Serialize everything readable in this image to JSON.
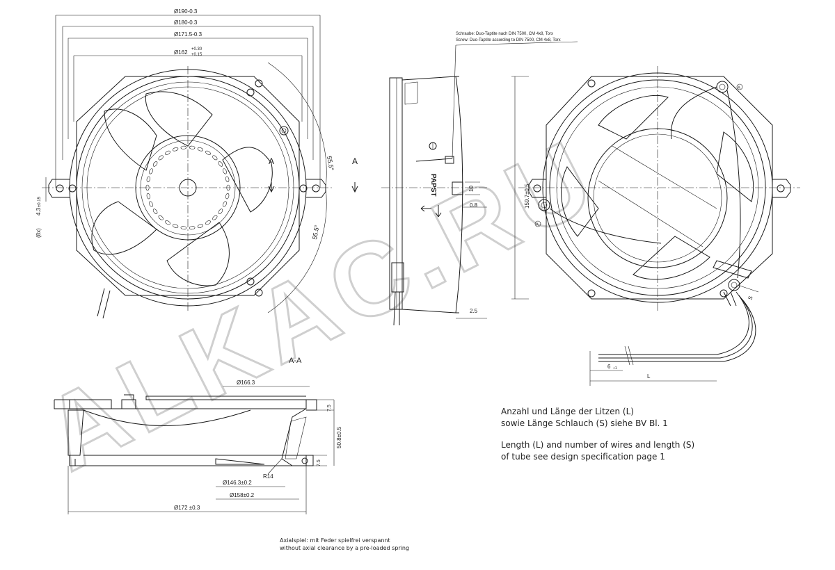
{
  "dimensions": {
    "d190": "Ø190-0.3",
    "d180": "Ø180-0.3",
    "d1715": "Ø171.5-0.3",
    "d162": "Ø162",
    "d162_tol_upper": "+0.30",
    "d162_tol_lower": "+0.15",
    "angle_top": "55.5°",
    "angle_bottom": "55.5°",
    "hole_label": "(8x)",
    "hole_dia": "4.3",
    "hole_tol": "±0.15",
    "height_1597": "159.7±0.5",
    "width_10": "10",
    "width_08": "0.8",
    "width_25": "2.5",
    "length_6": "6",
    "length_6_tol": "+1",
    "length_L": "L",
    "length_S": "S",
    "d1663": "Ø166.3",
    "h_75_top": "7.5",
    "h_508": "50.8±0.5",
    "h_75_bottom": "7.5",
    "radius": "R14",
    "d1463": "Ø146.3±0.2",
    "d158": "Ø158±0.2",
    "d172": "Ø172 ±0.3"
  },
  "labels": {
    "section_a_left": "A",
    "section_a_right": "A",
    "section_title": "A-A",
    "circle_a1": "A",
    "circle_a2": "A",
    "brand": "PAPST"
  },
  "screw_note": {
    "line1": "Schraube: Duo-Taptite nach DIN 7500, CM 4x8, Torx",
    "line2": "Screw: Duo-Taptite according to DIN 7500, CM 4x8, Torx"
  },
  "notes": {
    "de_line1": "Anzahl und Länge der Litzen (L)",
    "de_line2": "sowie Länge Schlauch (S) siehe BV Bl. 1",
    "en_line1": "Length (L) and number of wires and length (S)",
    "en_line2": "of tube see design specification page 1"
  },
  "axial_note": {
    "line1": "Axialspiel: mit Feder spielfrei verspannt",
    "line2": "without axial clearance by a pre-loaded spring"
  },
  "watermark": "ALKAC.RU"
}
